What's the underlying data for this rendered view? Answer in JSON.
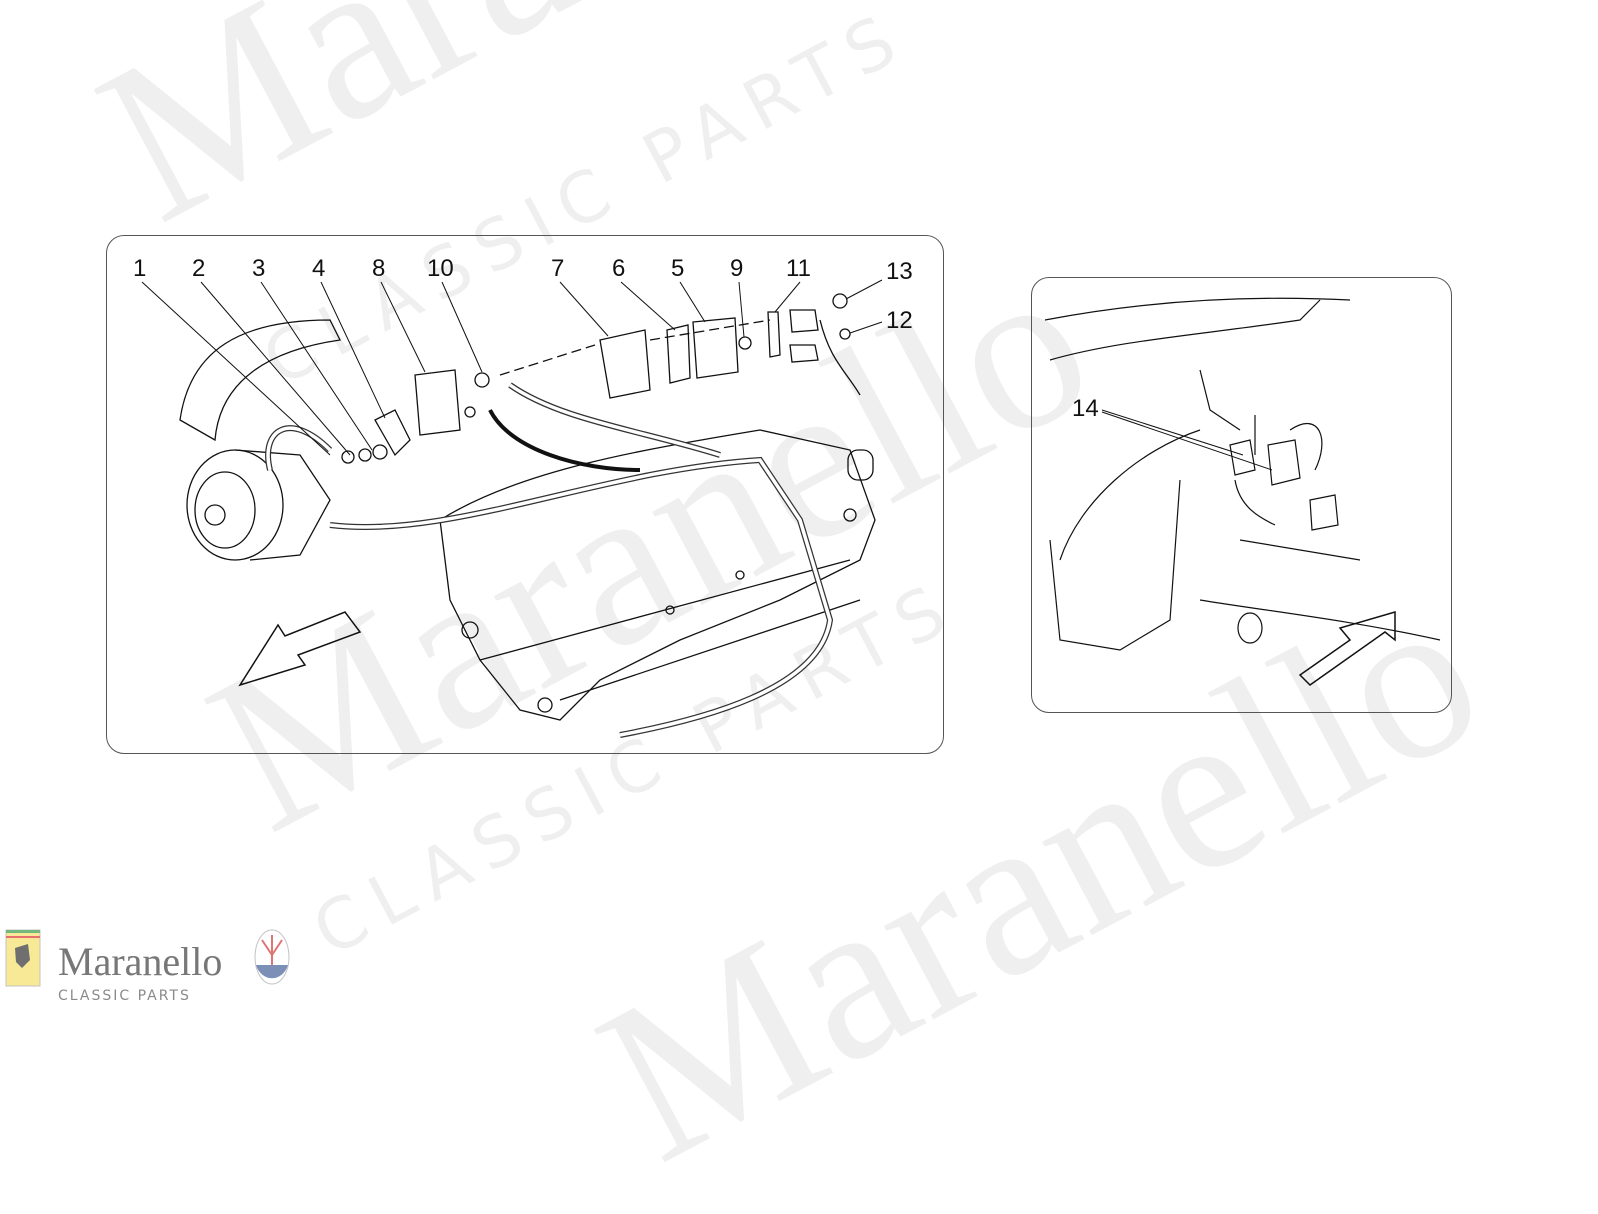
{
  "watermark": {
    "brand": "Maranello",
    "tagline": "CLASSIC PARTS"
  },
  "logo": {
    "brand": "Maranello",
    "tagline": "CLASSIC PARTS",
    "ferrari_badge": "Ferrari",
    "maserati_badge": "MASERATI"
  },
  "diagram_main": {
    "callouts": [
      "1",
      "2",
      "3",
      "4",
      "8",
      "10",
      "7",
      "6",
      "5",
      "9",
      "11",
      "13",
      "12"
    ]
  },
  "diagram_inset": {
    "callouts": [
      "14"
    ]
  },
  "colors": {
    "line": "#111111",
    "panel_border": "#555555",
    "watermark": "#cfcfcf",
    "ferrari_yellow": "#f5e16a",
    "maserati_red": "#d23a3a",
    "maserati_blue": "#46629a"
  }
}
